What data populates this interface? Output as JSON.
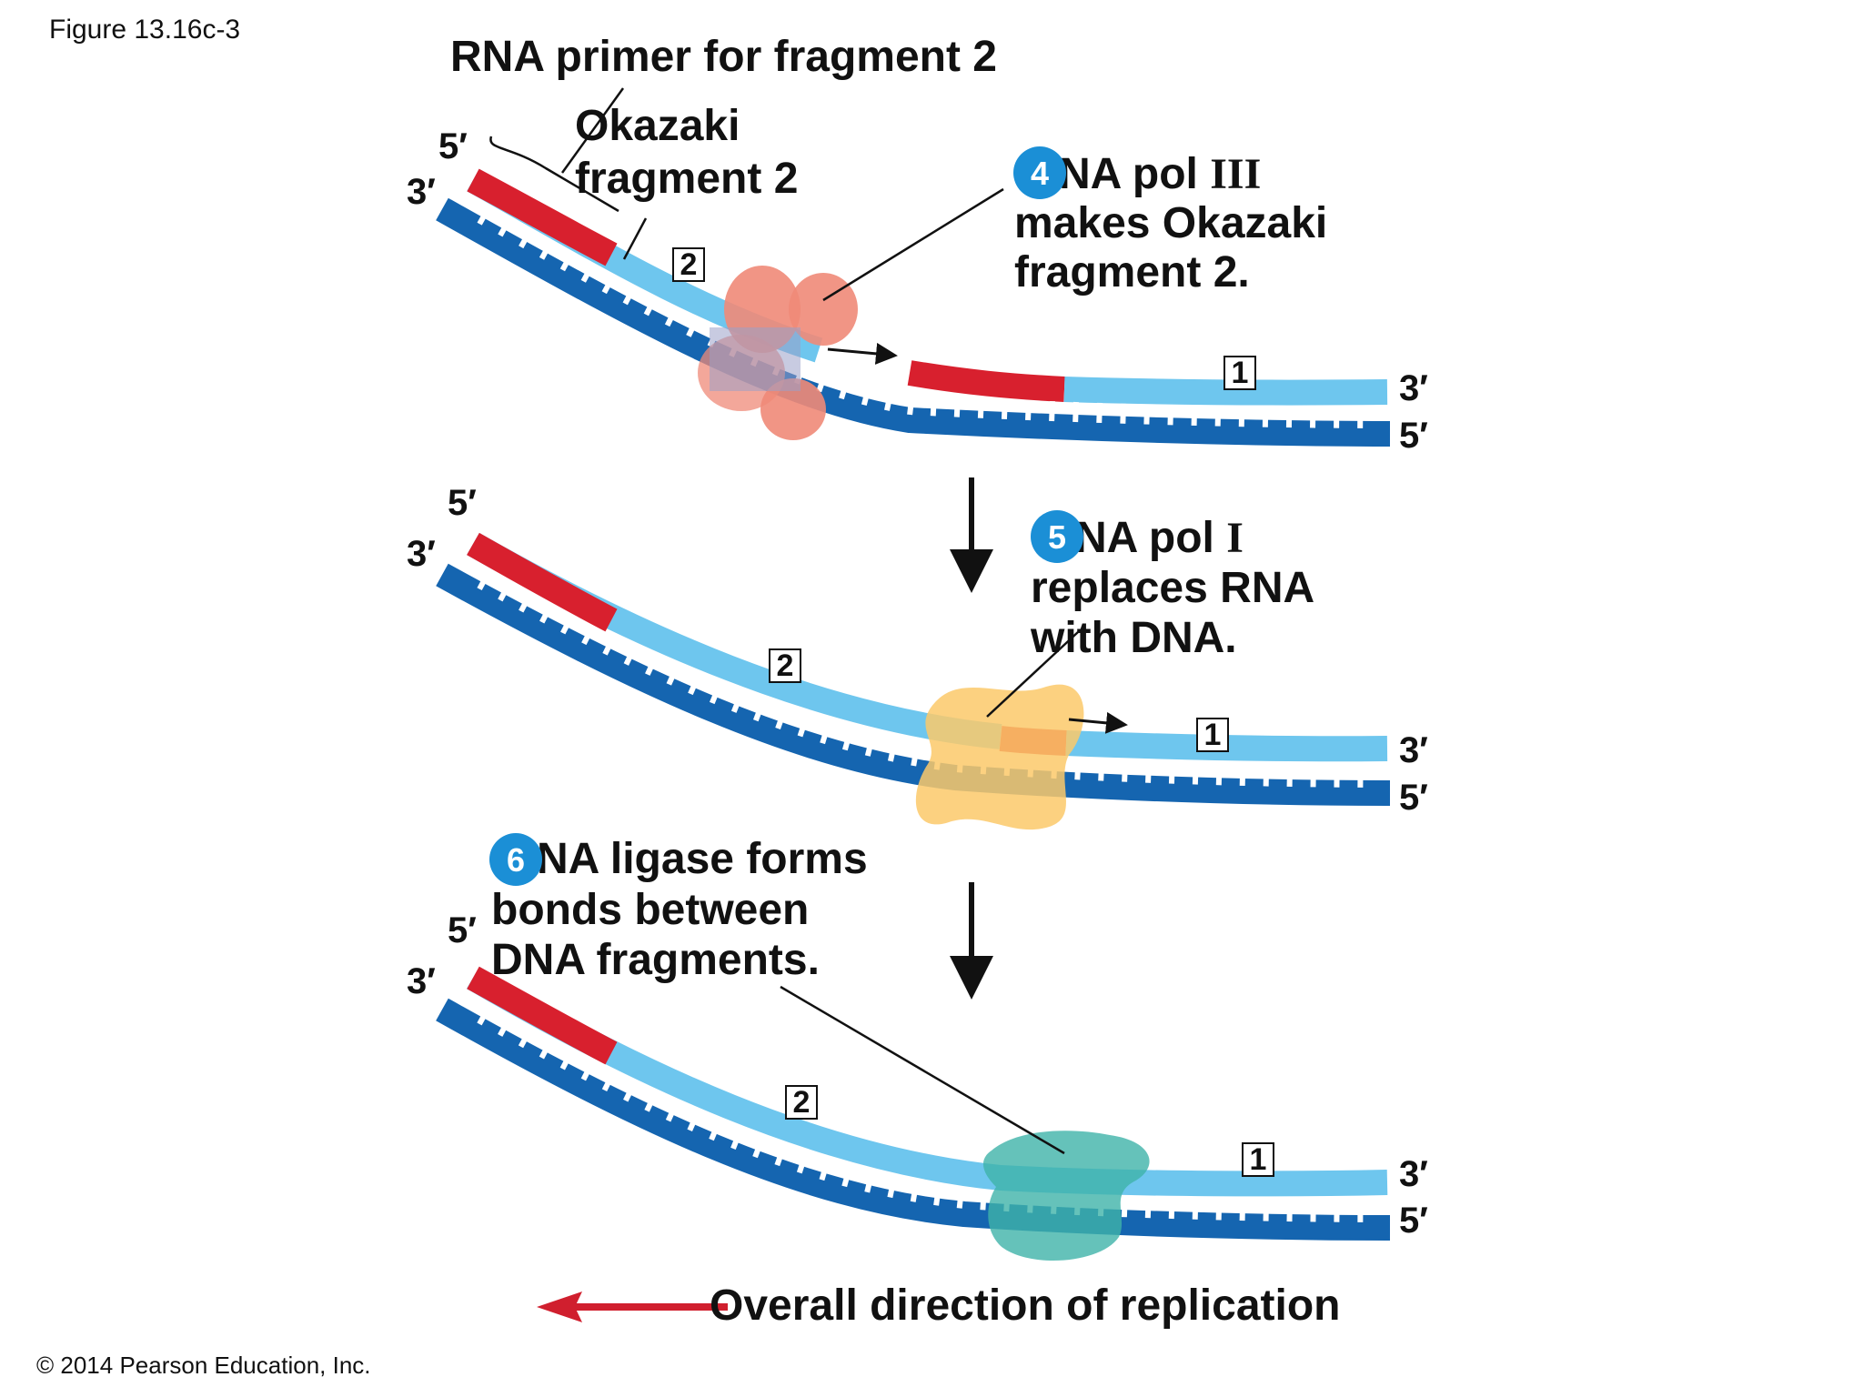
{
  "figure_label": "Figure 13.16c-3",
  "copyright": "© 2014 Pearson Education, Inc.",
  "colors": {
    "dark_strand": "#1565b0",
    "light_strand": "#6ec6ee",
    "rna_primer": "#d8202e",
    "pol3": "#ef8a78",
    "pol1": "#fcc96a",
    "ligase": "#3fb3a9",
    "badge": "#1b8fd6",
    "direction_arrow": "#d01f2e"
  },
  "panel1": {
    "primer_label": "RNA primer for fragment 2",
    "okazaki_label_line1": "Okazaki",
    "okazaki_label_line2": "fragment 2",
    "step": {
      "number": "4",
      "line1_hidden": "DNA pol ",
      "line1_visible": "NA pol",
      "roman": "III",
      "line2": "makes Okazaki",
      "line3": "fragment 2."
    },
    "end_top_left": "5′",
    "end_bottom_left": "3′",
    "end_top_right": "3′",
    "end_bottom_right": "5′",
    "fragment_2": "2",
    "fragment_1": "1"
  },
  "panel2": {
    "step": {
      "number": "5",
      "line1_visible": "NA pol",
      "roman": "I",
      "line2": "replaces RNA",
      "line3": "with DNA."
    },
    "end_top_left": "5′",
    "end_bottom_left": "3′",
    "end_top_right": "3′",
    "end_bottom_right": "5′",
    "fragment_2": "2",
    "fragment_1": "1"
  },
  "panel3": {
    "step": {
      "number": "6",
      "line1_visible": "NA ligase forms",
      "line2": "bonds between",
      "line3": "DNA fragments."
    },
    "end_top_left": "5′",
    "end_bottom_left": "3′",
    "end_top_right": "3′",
    "end_bottom_right": "5′",
    "fragment_2": "2",
    "fragment_1": "1"
  },
  "direction_label": "Overall direction of replication"
}
